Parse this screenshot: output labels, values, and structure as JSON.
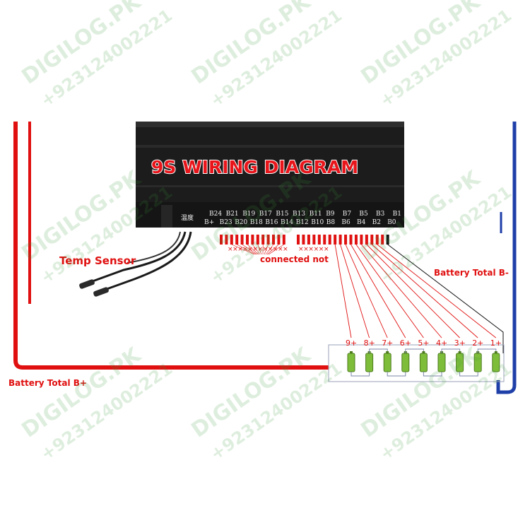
{
  "title": "9S WIRING DIAGRAM",
  "board": {
    "chinese_label": "温度",
    "pins_top": [
      "B24",
      "B21",
      "B19",
      "B17",
      "B15",
      "B13",
      "B11",
      "B9",
      "B7",
      "B5",
      "B3",
      "B1"
    ],
    "pins_bottom": [
      "B+",
      "B23",
      "B20",
      "B18",
      "B16",
      "B14",
      "B12",
      "B10",
      "B8",
      "B6",
      "B4",
      "B2",
      "B0"
    ]
  },
  "labels": {
    "temp_sensor": "Temp Sensor",
    "not_connected": "connected not",
    "total_negative": "Battery Total B-",
    "total_positive": "Battery Total B+"
  },
  "cells": [
    "9+",
    "8+",
    "7+",
    "6+",
    "5+",
    "4+",
    "3+",
    "2+",
    "1+"
  ],
  "watermark": {
    "brand": "DIGILOG.PK",
    "phone": "+923124002221"
  },
  "colors": {
    "positive_wire": "#e01010",
    "negative_wire": "#1f3fa8",
    "board_body": "#1c1c1c",
    "cell_green": "#7dbd3a",
    "watermark_green": "#3a9a3a"
  }
}
